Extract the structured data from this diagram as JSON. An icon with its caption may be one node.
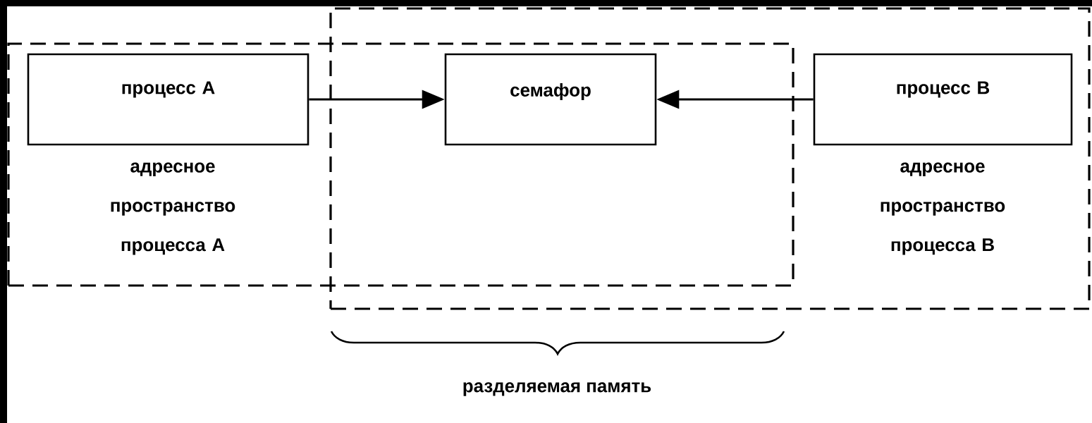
{
  "diagram": {
    "nodes": [
      {
        "text": [
          "адресное пространство процесса А"
        ]
      },
      {
        "text": [
          "процесс А"
        ],
        "in": 0
      },
      {
        "text": [
          "адресное пространство процесса В"
        ]
      },
      {
        "text": [
          "семафор"
        ]
      },
      {
        "text": [
          "процесс В"
        ],
        "in": 2
      }
    ],
    "edges": [
      {
        "from": 1,
        "to": 3,
        "arrow": "to"
      },
      {
        "from": 4,
        "to": 3,
        "arrow": "to"
      }
    ],
    "labels": [
      "разделяемая память"
    ]
  }
}
